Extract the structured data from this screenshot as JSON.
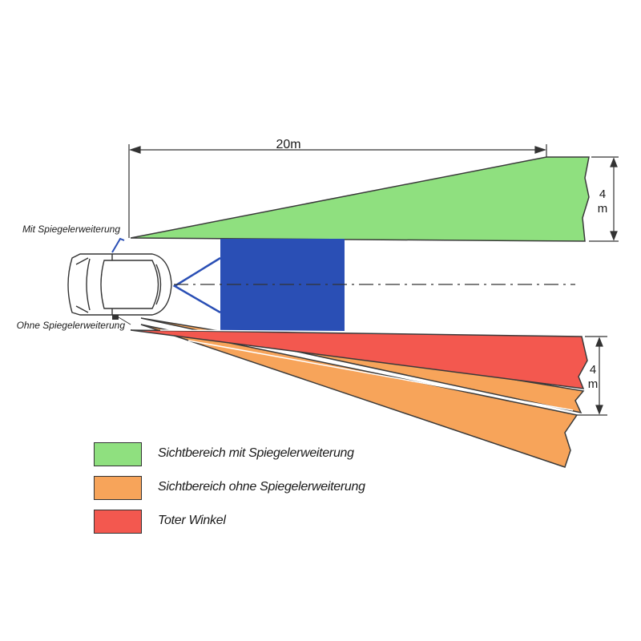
{
  "labels": {
    "distance": "20m",
    "width_top_value": "4",
    "width_top_unit": "m",
    "width_bottom_value": "4",
    "width_bottom_unit": "m",
    "with_extension": "Mit Spiegelerweiterung",
    "without_extension": "Ohne Spiegelerweiterung"
  },
  "legend": {
    "items": [
      {
        "label": "Sichtbereich mit Spiegelerweiterung",
        "color": "#8fe07f"
      },
      {
        "label": "Sichtbereich ohne Spiegelerweiterung",
        "color": "#f7a45a"
      },
      {
        "label": "Toter Winkel",
        "color": "#f3584f"
      }
    ]
  },
  "colors": {
    "green": "#8fe07f",
    "orange": "#f7a45a",
    "red": "#f3584f",
    "blue": "#2a4fb5",
    "line": "#3a3a3a"
  }
}
